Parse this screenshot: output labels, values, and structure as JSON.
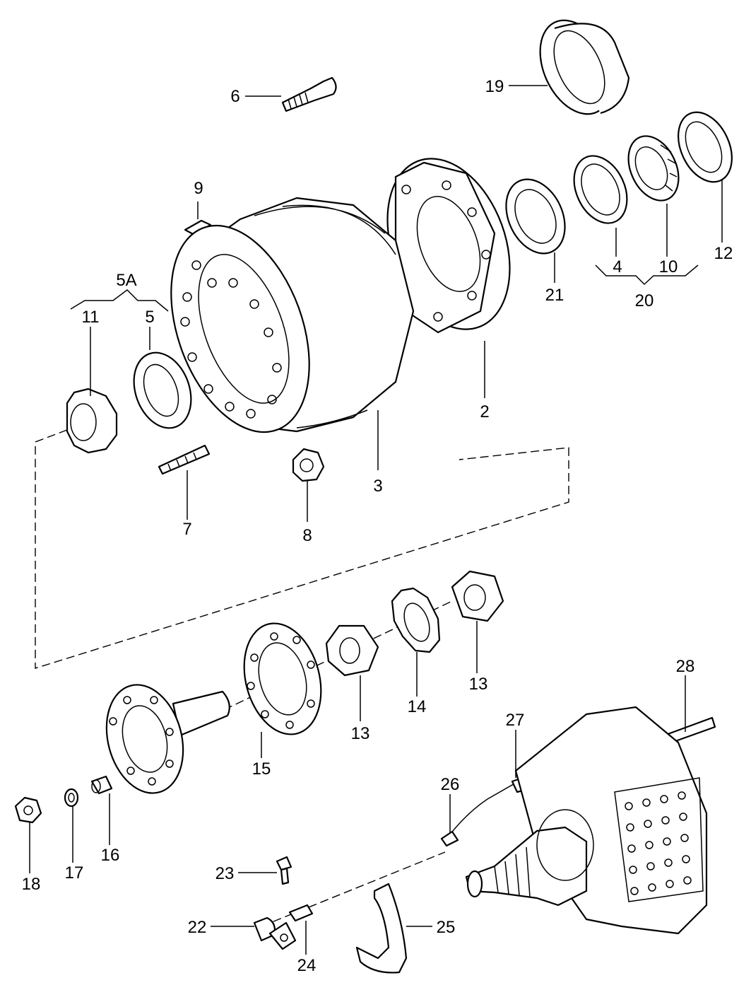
{
  "diagram": {
    "labels": {
      "p2": "2",
      "p3": "3",
      "p4": "4",
      "p5": "5",
      "p5A": "5A",
      "p6": "6",
      "p7": "7",
      "p8": "8",
      "p9": "9",
      "p10": "10",
      "p11": "11",
      "p12": "12",
      "p13a": "13",
      "p13b": "13",
      "p14": "14",
      "p15": "15",
      "p16": "16",
      "p17": "17",
      "p18": "18",
      "p19": "19",
      "p20": "20",
      "p21": "21",
      "p22": "22",
      "p23": "23",
      "p24": "24",
      "p25": "25",
      "p26": "26",
      "p27": "27",
      "p28": "28"
    }
  }
}
